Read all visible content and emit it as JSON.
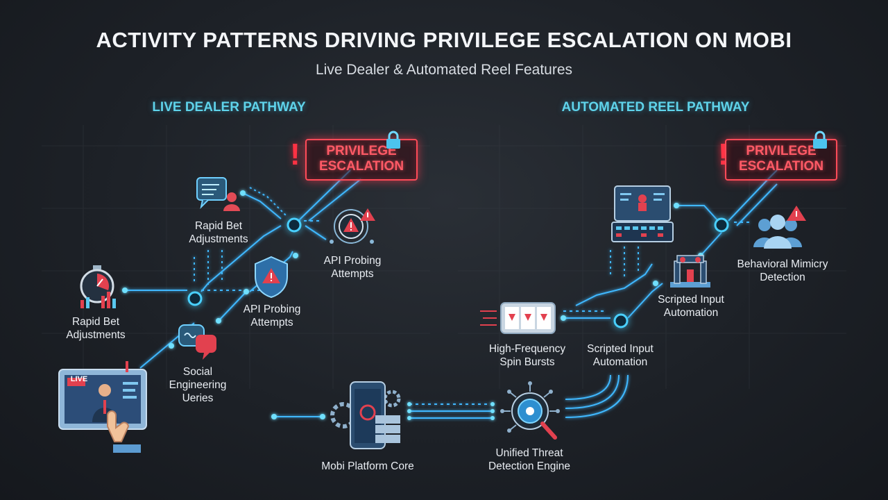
{
  "header": {
    "title": "ACTIVITY PATTERNS DRIVING PRIVILEGE ESCALATION ON MOBI",
    "subtitle": "Live Dealer & Automated Reel Features"
  },
  "left": {
    "pathway_label": "LIVE DEALER PATHWAY",
    "privilege": {
      "line1": "PRIVILEGE",
      "line2": "ESCALATION"
    },
    "nodes": {
      "rapid_bet_top": "Rapid Bet\nAdjustments",
      "api_probing_right": "API Probing\nAttempts",
      "rapid_bet_left": "Rapid Bet\nAdjustments",
      "api_probing_mid": "API Probing\nAttempts",
      "social_engineering": "Social\nEngineering\nUeries"
    },
    "live_badge": "LIVE"
  },
  "right": {
    "pathway_label": "AUTOMATED REEL PATHWAY",
    "privilege": {
      "line1": "PRIVILEGE",
      "line2": "ESCALATION"
    },
    "nodes": {
      "behavioral_mimicry": "Behavioral Mimicry\nDetection",
      "scripted_input_upper": "Scripted Input\nAutomation",
      "high_frequency": "High-Frequency\nSpin Bursts",
      "scripted_input_lower": "Scripted Input\nAutomation"
    }
  },
  "core": {
    "platform": "Mobi Platform Core",
    "engine": "Unified Threat\nDetection Engine"
  },
  "colors": {
    "accent_cyan": "#3fd0ff",
    "alert_red": "#ff4b58",
    "background": "#1d2127"
  }
}
